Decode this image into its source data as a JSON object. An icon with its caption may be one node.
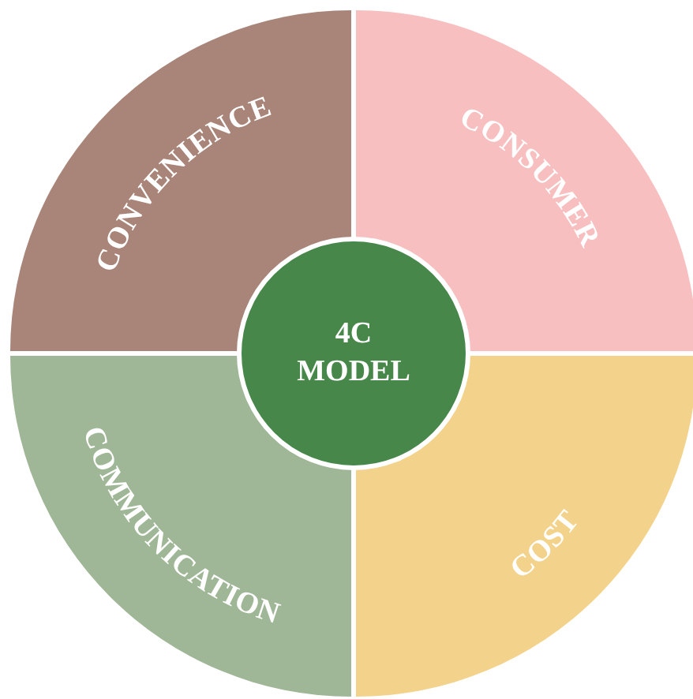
{
  "diagram": {
    "nodes": [
      {
        "text": [
          "CONVENIENCE"
        ]
      },
      {
        "text": [
          "CONSUMER"
        ]
      },
      {
        "text": [
          "COMMUNICATION"
        ]
      },
      {
        "text": [
          "COST"
        ]
      },
      {
        "text": [
          "4C MODEL"
        ]
      }
    ]
  }
}
